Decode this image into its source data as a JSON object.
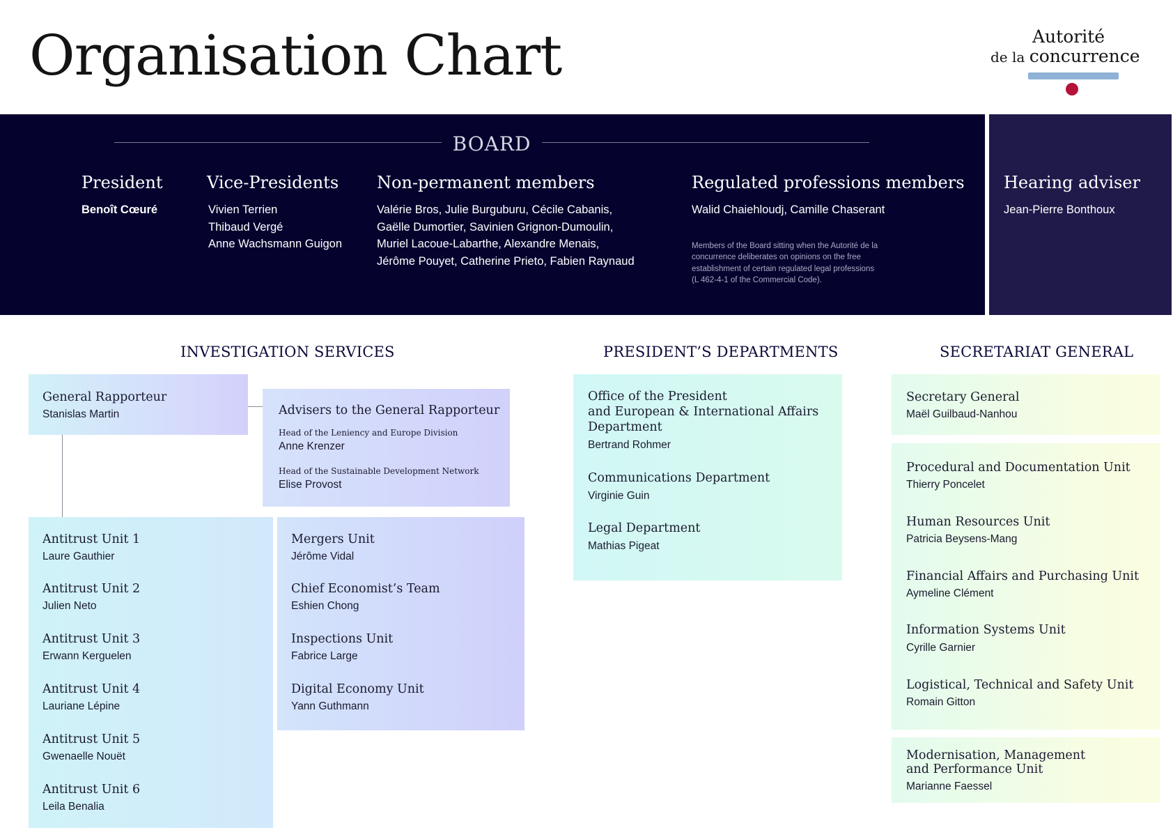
{
  "header": {
    "title": "Organisation Chart",
    "logo": {
      "line1": "Autorité",
      "line2_small": "de la ",
      "line2_large": "concurrence",
      "bar_color": "#8fb2d6",
      "dot_color": "#b5123a"
    }
  },
  "board": {
    "title": "BOARD",
    "bg_color": "#05032e",
    "president": {
      "heading": "President",
      "name": "Benoît Cœuré"
    },
    "vice_presidents": {
      "heading": "Vice-Presidents",
      "names": [
        "Vivien Terrien",
        "Thibaud Vergé",
        "Anne Wachsmann Guigon"
      ]
    },
    "non_permanent": {
      "heading": "Non-permanent members",
      "lines": [
        "Valérie Bros, Julie Burguburu, Cécile Cabanis,",
        "Gaëlle Dumortier, Savinien Grignon-Dumoulin,",
        "Muriel Lacoue-Labarthe, Alexandre Menais,",
        "Jérôme Pouyet, Catherine Prieto, Fabien Raynaud"
      ]
    },
    "regulated": {
      "heading": "Regulated professions members",
      "names": "Walid Chaiehloudj, Camille Chaserant",
      "note_lines": [
        "Members of the Board sitting when the Autorité de la",
        "concurrence deliberates on opinions on the free",
        "establishment of certain regulated legal professions",
        "(L 462-4-1 of the Commercial Code)."
      ]
    }
  },
  "hearing": {
    "heading": "Hearing adviser",
    "name": "Jean-Pierre Bonthoux",
    "bg_color": "#1f1a4a"
  },
  "investigation": {
    "title": "INVESTIGATION SERVICES",
    "general_rapporteur": {
      "heading": "General Rapporteur",
      "name": "Stanislas Martin"
    },
    "advisers": {
      "heading": "Advisers to the General Rapporteur",
      "items": [
        {
          "role": "Head of the Leniency and Europe Division",
          "name": "Anne Krenzer"
        },
        {
          "role": "Head of the Sustainable Development Network",
          "name": "Elise Provost"
        }
      ]
    },
    "antitrust_units": [
      {
        "heading": "Antitrust Unit 1",
        "name": "Laure Gauthier"
      },
      {
        "heading": "Antitrust Unit 2",
        "name": "Julien Neto"
      },
      {
        "heading": "Antitrust Unit 3",
        "name": "Erwann Kerguelen"
      },
      {
        "heading": "Antitrust Unit 4",
        "name": "Lauriane Lépine"
      },
      {
        "heading": "Antitrust Unit 5",
        "name": "Gwenaelle Nouët"
      },
      {
        "heading": "Antitrust Unit 6",
        "name": "Leila Benalia"
      }
    ],
    "other_units": [
      {
        "heading": "Mergers Unit",
        "name": "Jérôme Vidal"
      },
      {
        "heading": "Chief Economist’s Team",
        "name": "Eshien Chong"
      },
      {
        "heading": "Inspections Unit",
        "name": "Fabrice Large"
      },
      {
        "heading": "Digital Economy Unit",
        "name": "Yann Guthmann"
      }
    ]
  },
  "presidents_departments": {
    "title": "PRESIDENT’S DEPARTMENTS",
    "office": {
      "heading_lines": [
        "Office of the President",
        "and European & International Affairs",
        "Department"
      ],
      "name": "Bertrand Rohmer"
    },
    "communications": {
      "heading": "Communications Department",
      "name": "Virginie Guin"
    },
    "legal": {
      "heading": "Legal Department",
      "name": "Mathias Pigeat"
    }
  },
  "secretariat": {
    "title": "SECRETARIAT GENERAL",
    "secretary_general": {
      "heading": "Secretary General",
      "name": "Maël Guilbaud-Nanhou"
    },
    "units": [
      {
        "heading": "Procedural and Documentation Unit",
        "name": "Thierry Poncelet"
      },
      {
        "heading": "Human Resources Unit",
        "name": "Patricia Beysens-Mang"
      },
      {
        "heading": "Financial Affairs and Purchasing Unit",
        "name": "Aymeline Clément"
      },
      {
        "heading": "Information Systems Unit",
        "name": "Cyrille Garnier"
      },
      {
        "heading": "Logistical, Technical and Safety Unit",
        "name": "Romain Gitton"
      }
    ],
    "modernisation": {
      "heading_lines": [
        "Modernisation, Management",
        "and Performance Unit"
      ],
      "name": "Marianne Faessel"
    }
  }
}
